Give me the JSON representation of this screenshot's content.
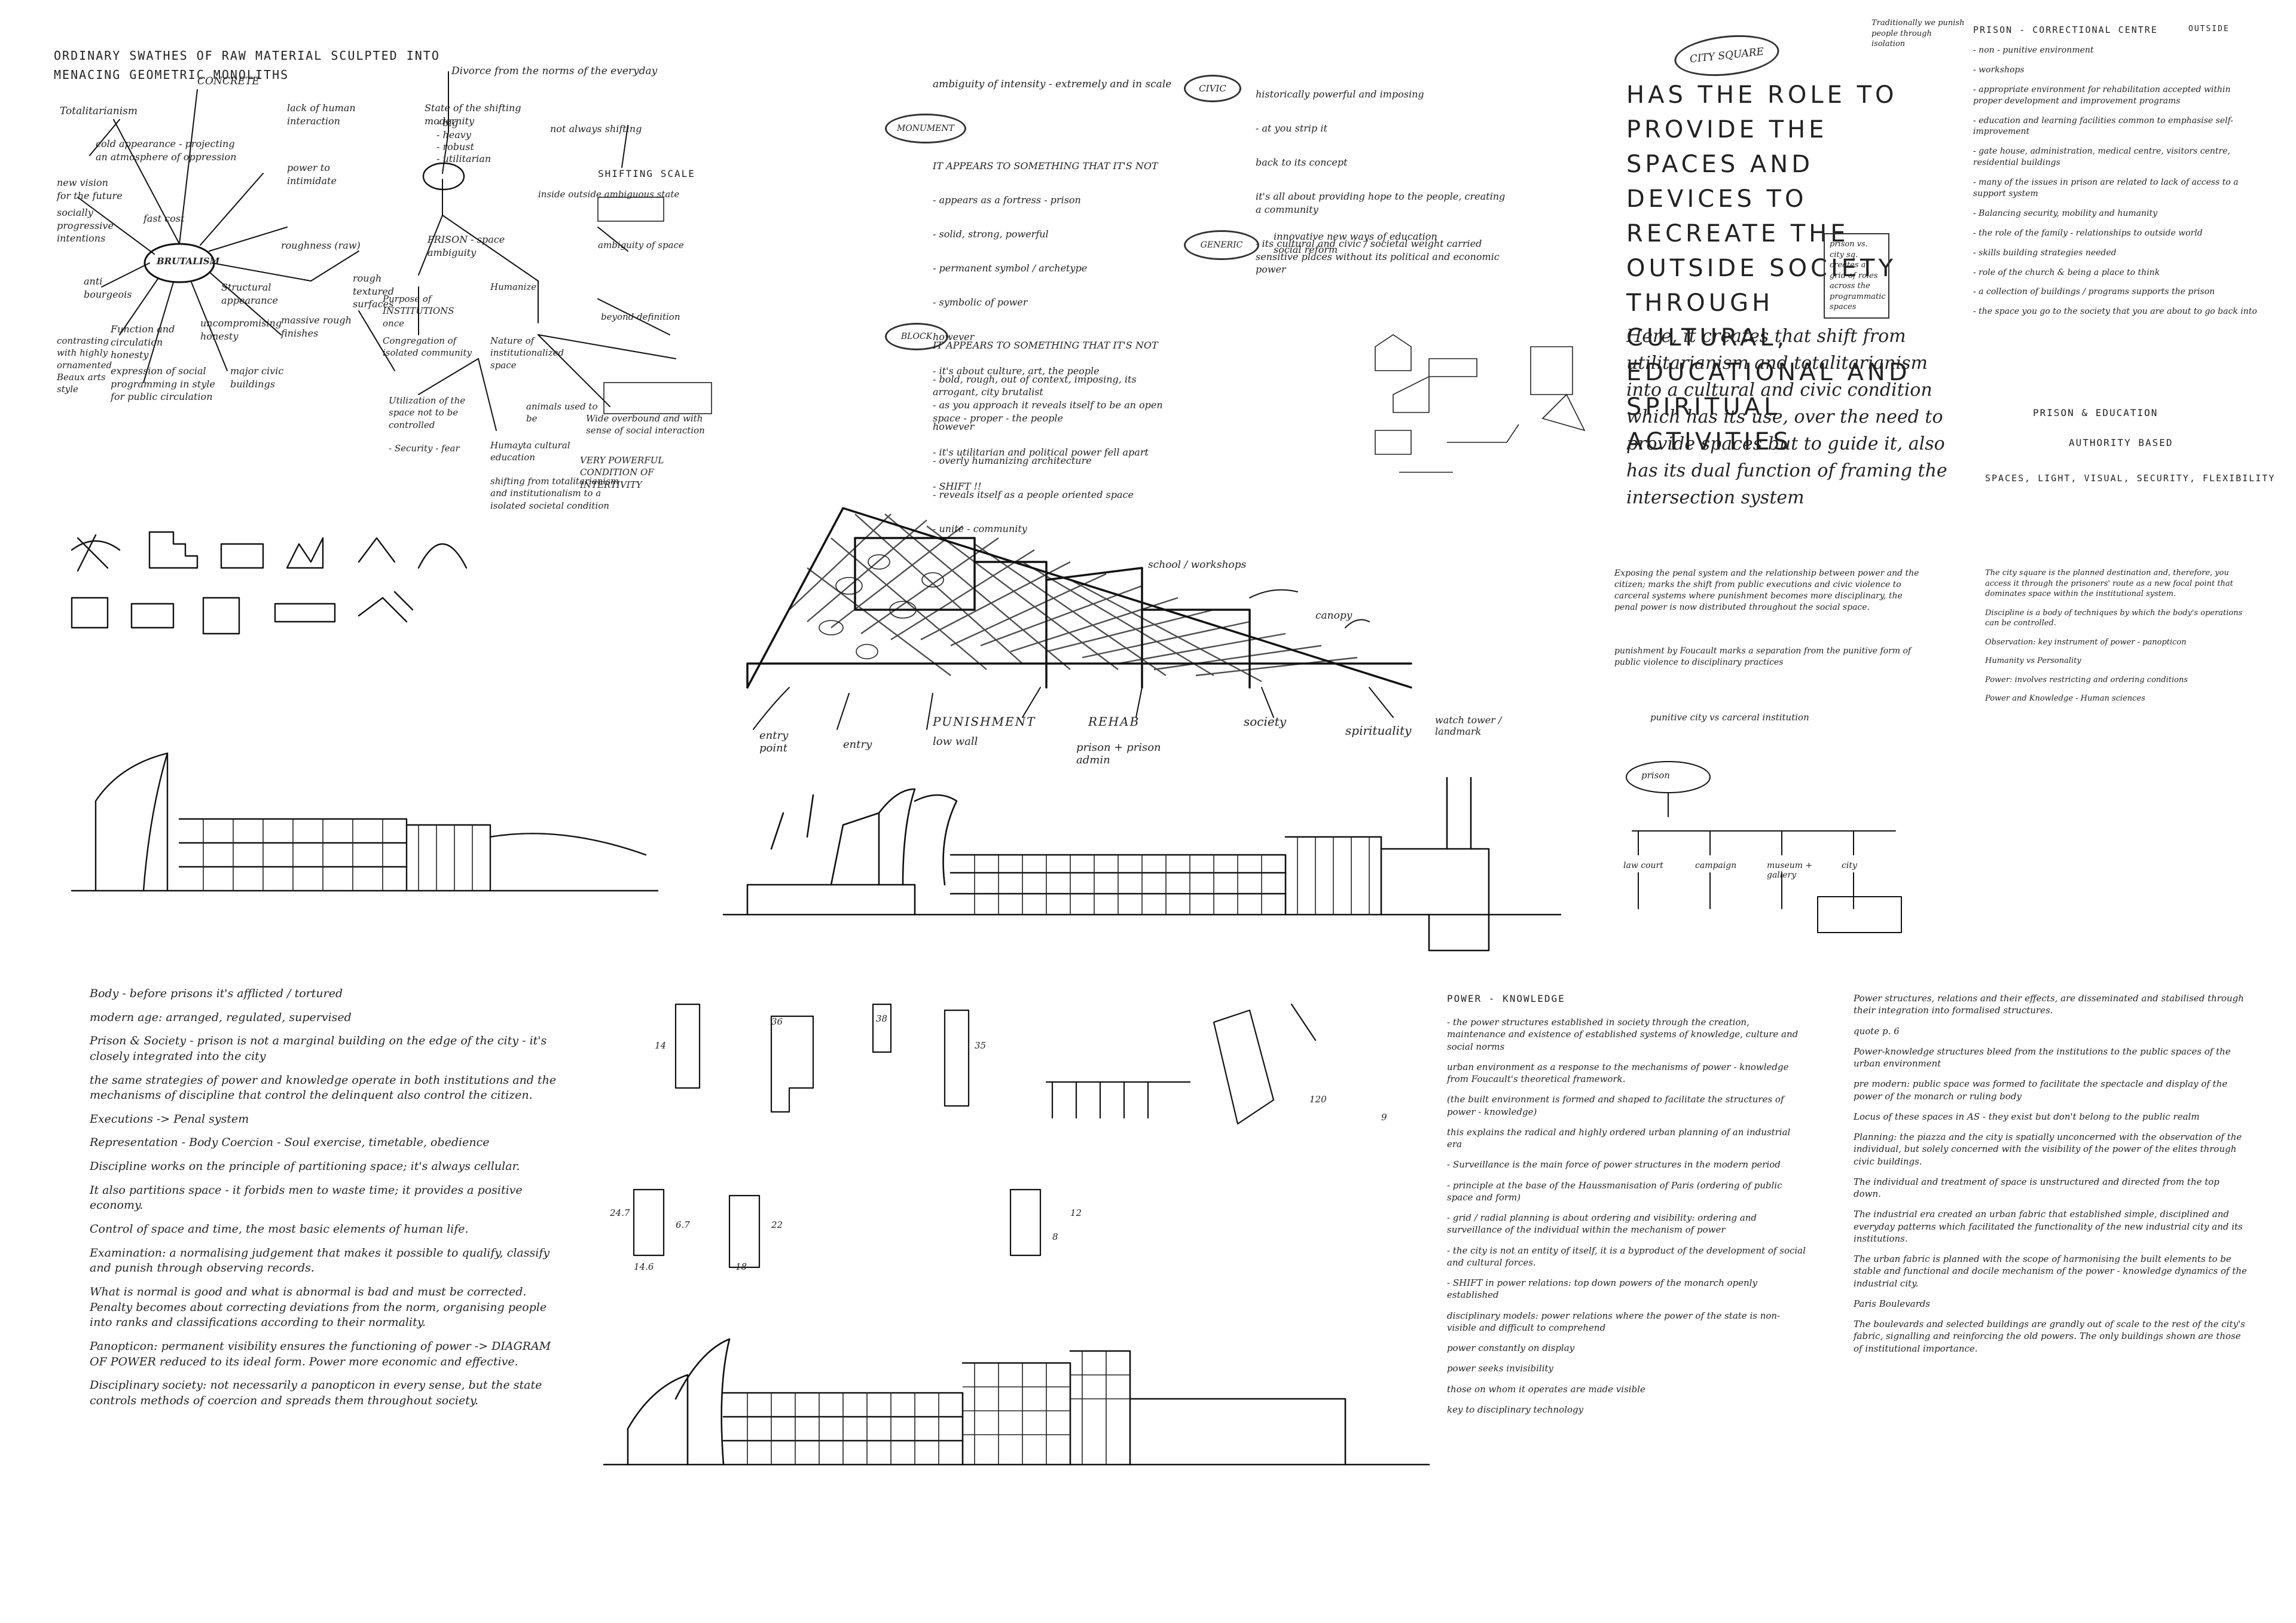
{
  "top_left": {
    "title_line1": "ORDINARY SWATHES OF RAW MATERIAL SCULPTED INTO",
    "title_line2": "MENACING GEOMETRIC MONOLITHS",
    "node_center": "BRUTALISM",
    "items": [
      "CONCRETE",
      "Totalitarianism",
      "cold appearance - projecting an atmosphere of oppression",
      "new vision for the future",
      "socially progressive intentions",
      "fast cost",
      "anti bourgeois",
      "Function and circulation honesty",
      "Structural appearance",
      "massive rough finishes",
      "uncompromising honesty",
      "expression of social programming in style for public circulation",
      "major civic buildings",
      "roughness (raw)",
      "rough textured surfaces",
      "contrasting with highly ornamented Beaux arts style",
      "lack of human interaction",
      "power to intimidate"
    ],
    "right_notes": [
      "Divorce from the norms of the everyday",
      "State of the shifting modernity",
      "- big",
      "- heavy",
      "- robust",
      "- utilitarian",
      "not always shifting",
      "SHIFTING SCALE",
      "PRISON - space ambiguity",
      "Purpose of INSTITUTIONS once",
      "Congregation of isolated community",
      "Utilization of the space not to be controlled",
      "- Security - fear",
      "Humanize",
      "Nature of institutionalized space",
      "ambiguity of space",
      "beyond definition",
      "animals used to be",
      "Humayta cultural education",
      "VERY POWERFUL CONDITION OF INTERTIVITY",
      "shifting from totalitarianism and institutionalism to a isolated societal condition",
      "inside outside ambiguous state",
      "Wide overbound and with sense of social interaction"
    ]
  },
  "top_middle": {
    "line1": "ambiguity of intensity - extremely and in scale",
    "oval_monument": "MONUMENT",
    "monument_notes": [
      "IT APPEARS TO SOMETHING THAT IT'S NOT",
      "- appears as a fortress - prison",
      "- solid, strong, powerful",
      "- permanent symbol / archetype",
      "- symbolic of power",
      "however",
      "- it's about culture, art, the people",
      "- as you approach it reveals itself to be an open space - proper - the people",
      "- it's utilitarian and political power fell apart",
      "- SHIFT !!"
    ],
    "oval_civic": "CIVIC",
    "civic_notes": [
      "historically powerful and imposing",
      "- at you strip it",
      "back to its concept",
      "it's all about providing hope to the people, creating a community",
      "- its cultural and civic / societal weight carried sensitive places without its political and economic power"
    ],
    "oval_sense": "GENERIC",
    "sense_notes": [
      "innovative new ways of education social reform"
    ],
    "oval_block": "BLOCK",
    "block_notes": [
      "IT APPEARS TO SOMETHING THAT IT'S NOT",
      "- bold, rough, out of context, imposing, its arrogant, city brutalist",
      "however",
      "- overly humanizing architecture",
      "- reveals itself as a people oriented space",
      "- unite - community"
    ]
  },
  "top_right": {
    "oval_city_square": "CITY SQUARE",
    "big_text": "HAS THE ROLE TO PROVIDE THE SPACES AND DEVICES TO RECREATE THE OUTSIDE SOCIETY THROUGH CULTURAL, EDUCATIONAL AND SPIRITUAL ACTIVITIES",
    "script_text": "Here, it creates that shift from utilitarianism and totalitarianism into a cultural and civic condition which has its use, over the need to provide spaces but to guide it, also has its dual function of framing the intersection system",
    "side_box": "prison vs. city sq. creates a grid of roles across the programmatic spaces",
    "right_header_1": "Traditionally we punish people through isolation",
    "right_header_2": "PRISON - CORRECTIONAL CENTRE",
    "right_header_3": "OUTSIDE",
    "right_list": [
      "- non - punitive environment",
      "- workshops",
      "- appropriate environment for rehabilitation accepted within proper development and improvement programs",
      "- education and learning facilities common to emphasise self-improvement",
      "- gate house, administration, medical centre, visitors centre, residential buildings",
      "- many of the issues in prison are related to lack of access to a support system",
      "- Balancing security, mobility and humanity",
      "- the role of the family - relationships to outside world",
      "- skills building strategies needed",
      "- role of the church & being a place to think",
      "- a collection of buildings / programs supports the prison",
      "- the space you go to the society that you are about to go back into"
    ],
    "prison_education": "PRISON & EDUCATION",
    "authority_based": "AUTHORITY BASED",
    "bottom_keywords": "SPACES, LIGHT, VISUAL, SECURITY, FLEXIBILITY"
  },
  "middle_center": {
    "label_canopy": "canopy",
    "label_school": "school / workshops",
    "labels": [
      "PUNISHMENT",
      "REHAB",
      "society",
      "spirituality",
      "watch tower / landmark",
      "entry point",
      "entry",
      "low wall",
      "prison + prison admin"
    ]
  },
  "middle_right": {
    "para1": "Exposing the penal system and the relationship between power and the citizen; marks the shift from public executions and civic violence to carceral systems where punishment becomes more disciplinary, the penal power is now distributed throughout the social space.",
    "para2": "punishment by Foucault marks a separation from the punitive form of public violence to disciplinary practices",
    "para3": "punitive city vs carceral institution",
    "headers": [
      "prison",
      "law court",
      "campaign",
      "museum + gallery",
      "city"
    ],
    "right_column": [
      "The city square is the planned destination and, therefore, you access it through the prisoners' route as a new focal point that dominates space within the institutional system.",
      "Discipline is a body of techniques by which the body's operations can be controlled.",
      "Observation: key instrument of power - panopticon",
      "Humanity vs Personality",
      "Power: involves restricting and ordering conditions",
      "Power and Knowledge - Human sciences"
    ]
  },
  "bottom_left": {
    "bullets": [
      "Body - before prisons it's afflicted / tortured",
      "modern age: arranged, regulated, supervised",
      "Prison & Society - prison is not a marginal building on the edge of the city - it's closely integrated into the city",
      "the same strategies of power and knowledge operate in both institutions and the mechanisms of discipline that control the delinquent also control the citizen.",
      "Executions -> Penal system",
      "Representation - Body  Coercion - Soul  exercise, timetable, obedience",
      "Discipline works on the principle of partitioning space; it's always cellular.",
      "It also partitions space - it forbids men to waste time; it provides a positive economy.",
      "Control of space and time, the most basic elements of human life.",
      "Examination: a normalising judgement that makes it possible to qualify, classify and punish through observing records.",
      "What is normal is good and what is abnormal is bad and must be corrected. Penalty becomes about correcting deviations from the norm, organising people into ranks and classifications according to their normality.",
      "Panopticon: permanent visibility ensures the functioning of power -> DIAGRAM OF POWER reduced to its ideal form. Power more economic and effective.",
      "Disciplinary society: not necessarily a panopticon in every sense, but the state controls methods of coercion and spreads them throughout society."
    ]
  },
  "bottom_right": {
    "title": "POWER - KNOWLEDGE",
    "left_col": [
      "- the power structures established in society through the creation, maintenance and existence of established systems of knowledge, culture and social norms",
      "urban environment as a response to the mechanisms of power - knowledge from Foucault's theoretical framework.",
      "(the built environment is formed and shaped to facilitate the structures of power - knowledge)",
      "this explains the radical and highly ordered urban planning of an industrial era",
      "- Surveillance is the main force of power structures in the modern period",
      "- principle at the base of the Haussmanisation of Paris (ordering of public space and form)",
      "- grid / radial planning is about ordering and visibility: ordering and surveillance of the individual within the mechanism of power",
      "- the city is not an entity of itself, it is a byproduct of the development of social and cultural forces.",
      "- SHIFT in power relations: top down powers of the monarch openly established",
      "disciplinary models: power relations where the power of the state is non-visible and difficult to comprehend",
      "power constantly on display",
      "power seeks invisibility",
      "those on whom it operates are made visible",
      "key to disciplinary technology"
    ],
    "right_col": [
      "Power structures, relations and their effects, are disseminated and stabilised through their integration into formalised structures.",
      "quote p. 6",
      "Power-knowledge structures bleed from the institutions to the public spaces of the urban environment",
      "pre modern: public space was formed to facilitate the spectacle and display of the power of the monarch or ruling body",
      "Locus of these spaces in AS - they exist but don't belong to the public realm",
      "Planning: the piazza and the city is spatially unconcerned with the observation of the individual, but solely concerned with the visibility of the power of the elites through civic buildings.",
      "The individual and treatment of space is unstructured and directed from the top down.",
      "The industrial era created an urban fabric that established simple, disciplined and everyday patterns which facilitated the functionality of the new industrial city and its institutions.",
      "The urban fabric is planned with the scope of harmonising the built elements to be stable and functional and docile mechanism of the power - knowledge dynamics of the industrial city.",
      "Paris Boulevards",
      "The boulevards and selected buildings are grandly out of scale to the rest of the city's fabric, signalling and reinforcing the old powers. The only buildings shown are those of institutional importance."
    ]
  },
  "dim_labels": [
    "14",
    "36",
    "38",
    "35",
    "24.7",
    "14.6",
    "6.7",
    "22",
    "12",
    "8",
    "18",
    "120",
    "9"
  ]
}
